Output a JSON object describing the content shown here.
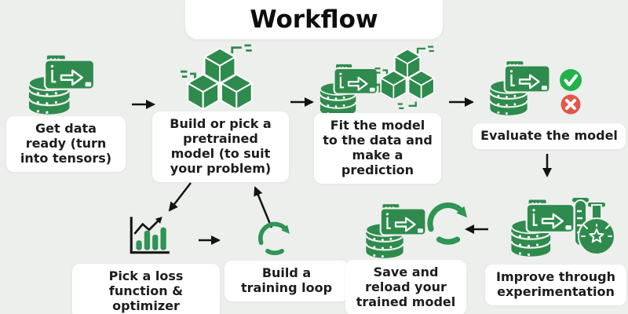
{
  "title": "Workflow",
  "colors": {
    "background": "#edefec",
    "icon_green": "#2e8b4d",
    "check_green": "#22b24c",
    "cross_red": "#e2574c",
    "arrow_black": "#131313",
    "box_background": "#ffffff",
    "text": "#1d1d1d"
  },
  "steps": [
    {
      "label": "Get data ready (turn into tensors)",
      "icon": "database-card-icon"
    },
    {
      "label": "Build or pick a pretrained model (to suit your problem)",
      "icon": "model-cubes-icon"
    },
    {
      "label": "Fit the model to the data and make a prediction",
      "icon": "database-and-cubes-icon"
    },
    {
      "label": "Evaluate the model",
      "icon": "database-check-cross-icon"
    },
    {
      "label": "Pick a loss function & optimizer",
      "icon": "bar-chart-icon"
    },
    {
      "label": "Build a training loop",
      "icon": "training-loop-icon"
    },
    {
      "label": "Save and reload your trained model",
      "icon": "database-reload-icon"
    },
    {
      "label": "Improve through experimentation",
      "icon": "database-flask-icon"
    }
  ],
  "arrows": [
    {
      "from": "Get data ready (turn into tensors)",
      "to": "Build or pick a pretrained model (to suit your problem)"
    },
    {
      "from": "Build or pick a pretrained model (to suit your problem)",
      "to": "Fit the model to the data and make a prediction"
    },
    {
      "from": "Fit the model to the data and make a prediction",
      "to": "Evaluate the model"
    },
    {
      "from": "Evaluate the model",
      "to": "Improve through experimentation"
    },
    {
      "from": "Improve through experimentation",
      "to": "Save and reload your trained model"
    },
    {
      "from": "Build or pick a pretrained model (to suit your problem)",
      "to": "Pick a loss function & optimizer"
    },
    {
      "from": "Pick a loss function & optimizer",
      "to": "Build a training loop"
    },
    {
      "from": "Build a training loop",
      "to": "Build or pick a pretrained model (to suit your problem)"
    }
  ]
}
